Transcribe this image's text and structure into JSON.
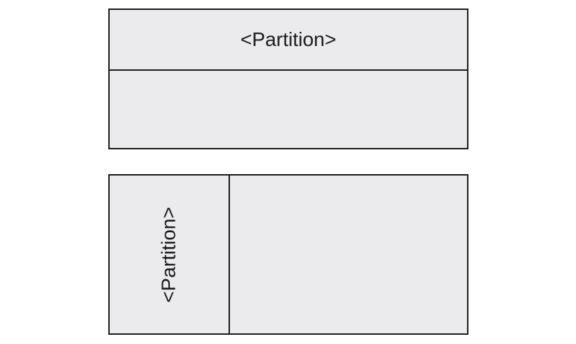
{
  "diagram": {
    "partitions": [
      {
        "orientation": "horizontal",
        "label": "<Partition>"
      },
      {
        "orientation": "vertical",
        "label": "<Partition>"
      }
    ],
    "colors": {
      "fill": "#ebebed",
      "stroke": "#1a1a1a",
      "text": "#1a1a1a"
    }
  }
}
